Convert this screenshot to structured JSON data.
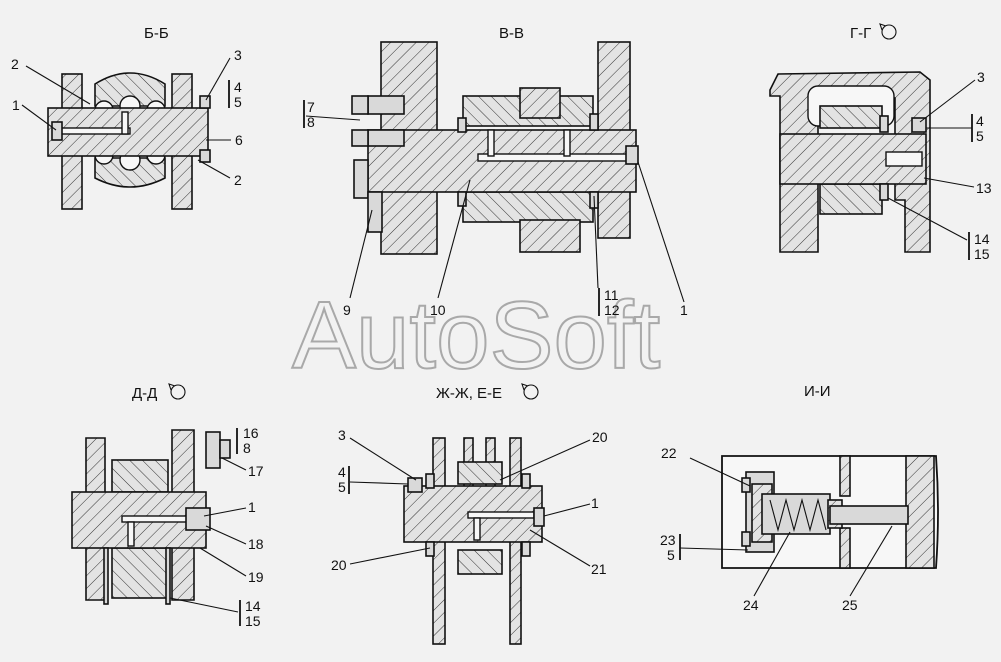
{
  "watermark": "AutoSoft",
  "sections": {
    "bb": {
      "title": "Б-Б"
    },
    "vv": {
      "title": "В-В"
    },
    "gg": {
      "title": "Г-Г"
    },
    "dd": {
      "title": "Д-Д"
    },
    "zhe": {
      "title": "Ж-Ж,  Е-Е"
    },
    "ii": {
      "title": "И-И"
    }
  },
  "callouts": {
    "bb_2a": "2",
    "bb_1": "1",
    "bb_3": "3",
    "bb_4": "4",
    "bb_5": "5",
    "bb_6": "6",
    "bb_2b": "2",
    "vv_7": "7",
    "vv_8": "8",
    "vv_9": "9",
    "vv_10": "10",
    "vv_11": "11",
    "vv_12": "12",
    "vv_1": "1",
    "gg_3": "3",
    "gg_4": "4",
    "gg_5": "5",
    "gg_13": "13",
    "gg_14": "14",
    "gg_15": "15",
    "dd_16": "16",
    "dd_8": "8",
    "dd_17": "17",
    "dd_1": "1",
    "dd_18": "18",
    "dd_19": "19",
    "dd_14": "14",
    "dd_15": "15",
    "ze_3": "3",
    "ze_4": "4",
    "ze_5": "5",
    "ze_20a": "20",
    "ze_1": "1",
    "ze_20b": "20",
    "ze_21": "21",
    "ii_22": "22",
    "ii_23": "23",
    "ii_5": "5",
    "ii_24": "24",
    "ii_25": "25"
  }
}
